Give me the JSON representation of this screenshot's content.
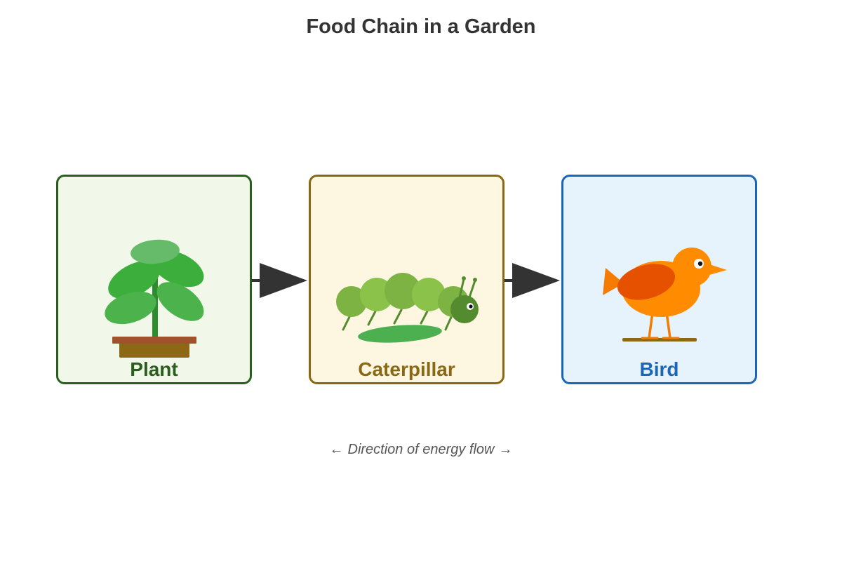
{
  "title": "Food Chain in a Garden",
  "nodes": [
    {
      "id": "plant",
      "label": "Plant",
      "icon": "potted-plant-icon",
      "border_color": "#2a5e1e",
      "fill_color": "#f1f8e9",
      "label_color": "#2a5e1e"
    },
    {
      "id": "caterpillar",
      "label": "Caterpillar",
      "icon": "caterpillar-icon",
      "border_color": "#8b6914",
      "fill_color": "#fdf7e1",
      "label_color": "#8b6914"
    },
    {
      "id": "bird",
      "label": "Bird",
      "icon": "bird-icon",
      "border_color": "#1a66b8",
      "fill_color": "#e6f2fc",
      "label_color": "#1a66b8"
    }
  ],
  "edges": [
    {
      "from": "plant",
      "to": "caterpillar"
    },
    {
      "from": "caterpillar",
      "to": "bird"
    }
  ],
  "footer": {
    "left_arrow": "←",
    "text": "Direction of energy flow",
    "right_arrow": "→"
  },
  "colors": {
    "title": "#333333",
    "arrow": "#333333",
    "footer": "#555555"
  }
}
